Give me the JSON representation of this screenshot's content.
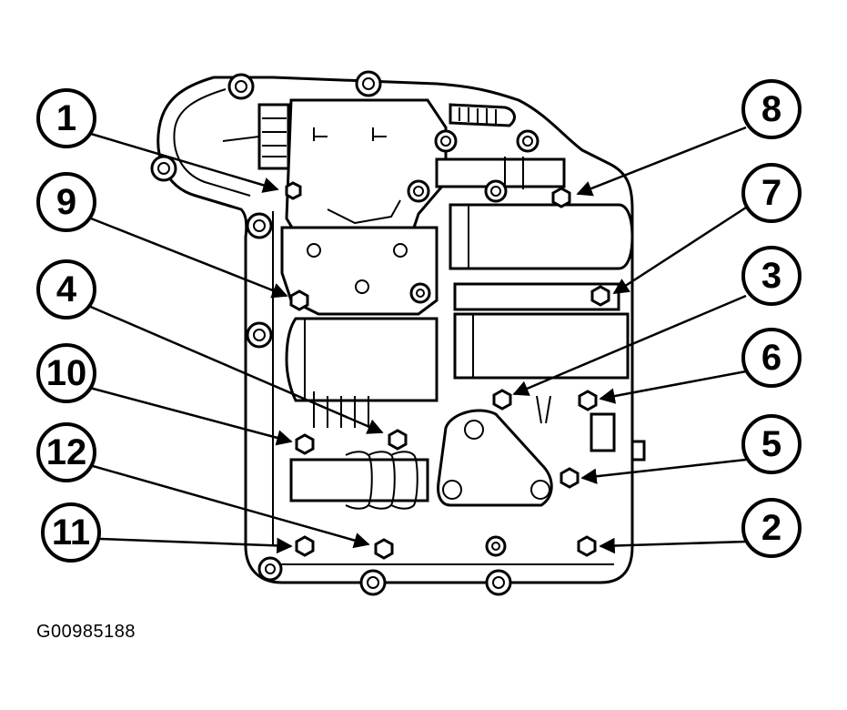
{
  "figure_id": "G00985188",
  "callouts": [
    "1",
    "2",
    "3",
    "4",
    "5",
    "6",
    "7",
    "8",
    "9",
    "10",
    "11",
    "12"
  ]
}
